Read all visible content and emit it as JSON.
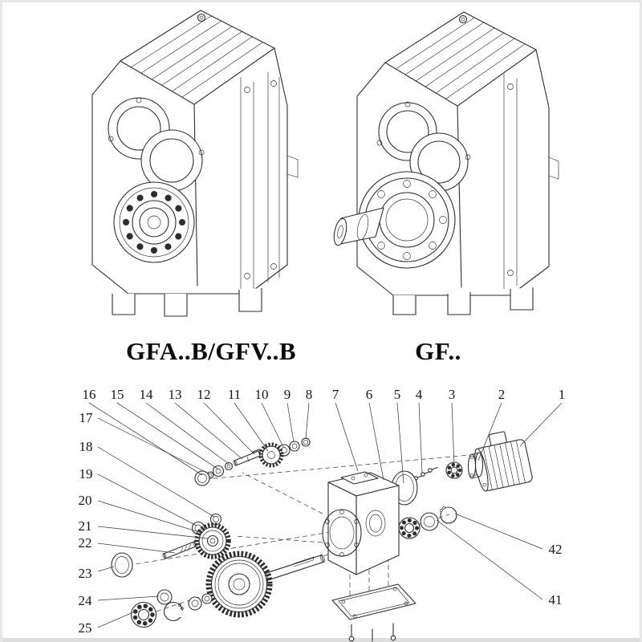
{
  "labels": {
    "left_model": "GFA..B/GFV..B",
    "right_model": "GF.."
  },
  "callouts": {
    "top": [
      "16",
      "15",
      "14",
      "13",
      "12",
      "11",
      "10",
      "9",
      "8",
      "7",
      "6",
      "5",
      "4",
      "3",
      "2",
      "1"
    ],
    "left": [
      "17",
      "18",
      "19",
      "20",
      "21",
      "22",
      "23",
      "24",
      "25"
    ],
    "right": [
      "42",
      "41"
    ]
  },
  "ink_color": "#2d2d2d"
}
